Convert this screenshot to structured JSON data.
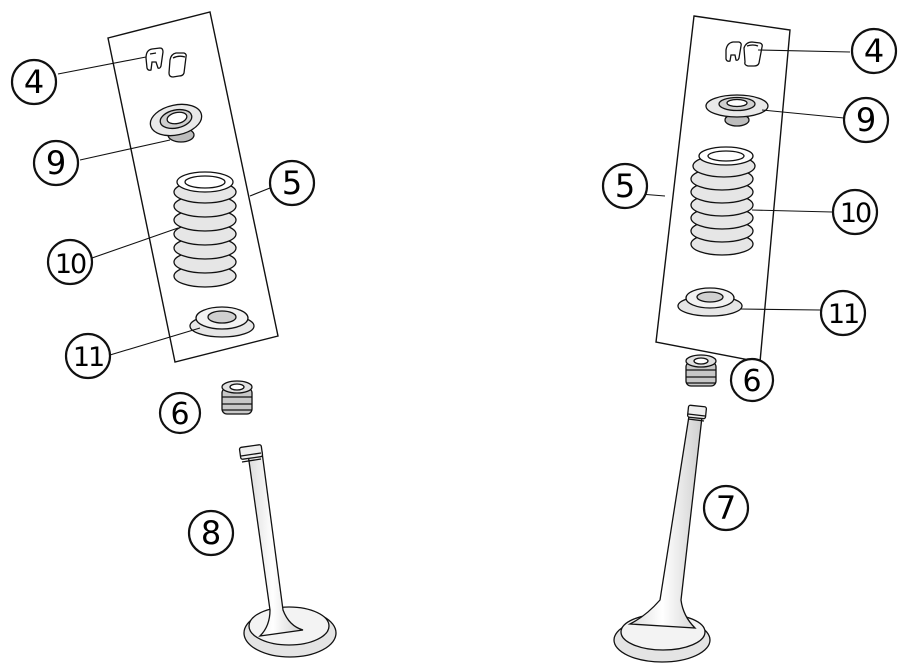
{
  "colors": {
    "ink": "#111111",
    "paper": "#ffffff",
    "shade": "#d9d9d9",
    "light": "#f1f1f1"
  },
  "left_assembly": {
    "kit_callout": "5",
    "callouts": {
      "keepers": "4",
      "retainer": "9",
      "spring": "10",
      "spring_seat": "11",
      "seal": "6",
      "valve": "8"
    }
  },
  "right_assembly": {
    "kit_callout": "5",
    "callouts": {
      "keepers": "4",
      "retainer": "9",
      "spring": "10",
      "spring_seat": "11",
      "seal": "6",
      "valve": "7"
    }
  },
  "icons": [
    "valve-keepers-icon",
    "spring-retainer-icon",
    "valve-spring-icon",
    "spring-seat-icon",
    "valve-seal-icon",
    "valve-icon"
  ]
}
